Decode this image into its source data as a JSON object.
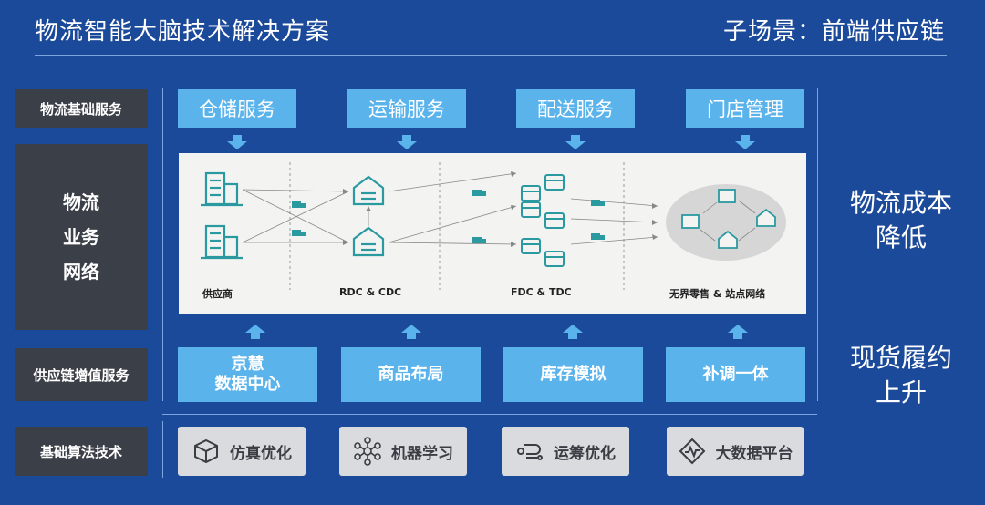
{
  "header": {
    "title": "物流智能大脑技术解决方案",
    "subtitle": "子场景：前端供应链"
  },
  "rows": {
    "basic_services": "物流基础服务",
    "business_network": [
      "物流",
      "业务",
      "网络"
    ],
    "value_added": "供应链增值服务",
    "algorithms": "基础算法技术"
  },
  "services": [
    "仓储服务",
    "运输服务",
    "配送服务",
    "门店管理"
  ],
  "network": {
    "stages": [
      "供应商",
      "RDC & CDC",
      "FDC & TDC",
      "无界零售 & 站点网络"
    ]
  },
  "value_added_services": [
    {
      "line1": "京慧",
      "line2": "数据中心"
    },
    {
      "line1": "商品布局",
      "line2": ""
    },
    {
      "line1": "库存模拟",
      "line2": ""
    },
    {
      "line1": "补调一体",
      "line2": ""
    }
  ],
  "algorithms": [
    {
      "label": "仿真优化",
      "icon": "cube-icon"
    },
    {
      "label": "机器学习",
      "icon": "network-nodes-icon"
    },
    {
      "label": "运筹优化",
      "icon": "flow-icon"
    },
    {
      "label": "大数据平台",
      "icon": "data-wave-icon"
    }
  ],
  "outcomes": {
    "cost": [
      "物流成本",
      "降低"
    ],
    "fulfillment": [
      "现货履约",
      "上升"
    ]
  },
  "colors": {
    "background": "#1c4a9a",
    "service_box": "#5bb3ec",
    "side_label": "#3b3f47",
    "algo_box": "#d9dbde",
    "icon_teal": "#2a9aa0"
  }
}
